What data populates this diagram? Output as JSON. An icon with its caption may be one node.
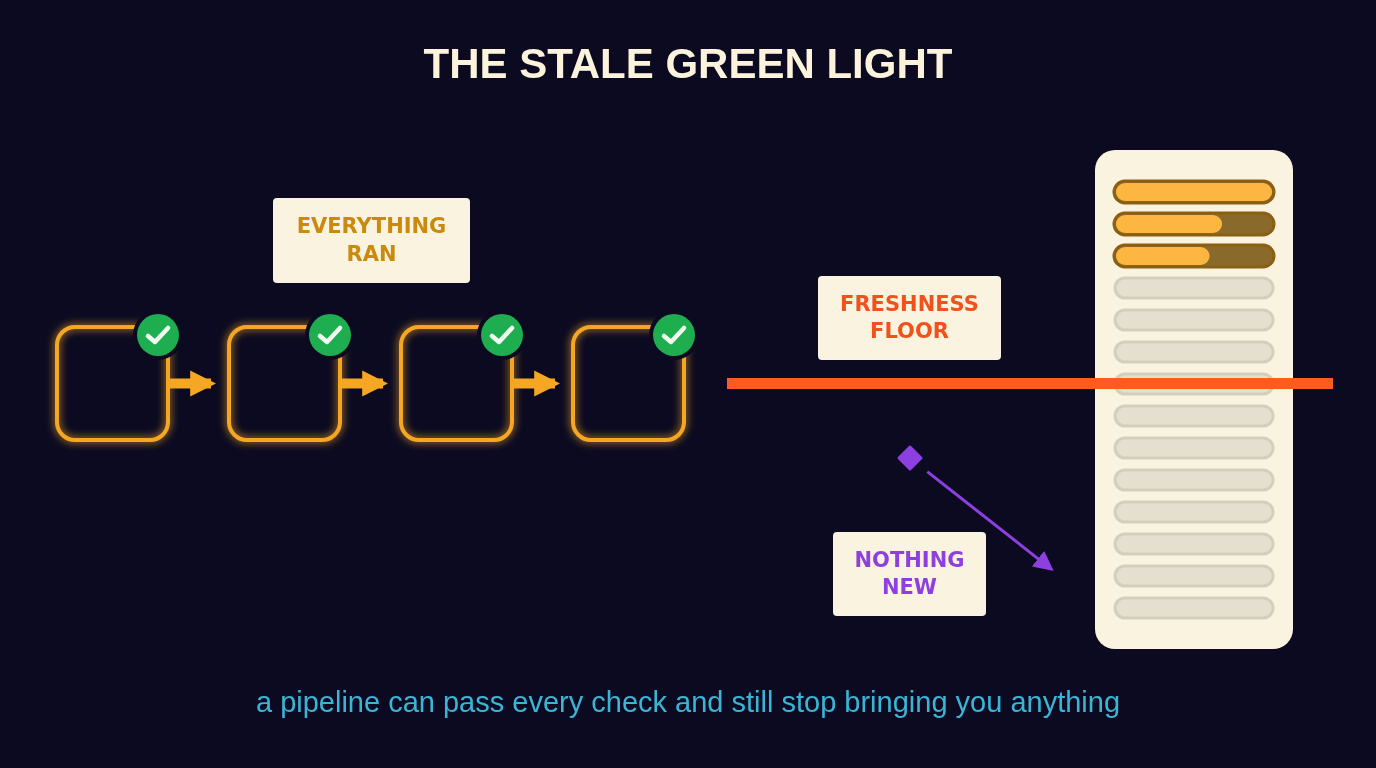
{
  "diagram": {
    "title": "THE STALE GREEN LIGHT",
    "caption": "a pipeline can pass every check and still stop bringing you anything",
    "nodes": [
      {
        "text": [],
        "shape": "box"
      },
      {
        "text": [],
        "shape": "box"
      },
      {
        "text": [],
        "shape": "box"
      },
      {
        "text": [],
        "shape": "box"
      },
      {
        "text": [
          "EVERYTHING RAN"
        ]
      },
      {
        "text": [
          "FRESHNESS FLOOR"
        ]
      },
      {
        "text": [],
        "shape": "diamond"
      },
      {
        "text": [
          "NOTHING NEW"
        ]
      }
    ],
    "edges": [
      {
        "from": 0,
        "to": 1,
        "arrow": "to"
      },
      {
        "from": 1,
        "to": 2,
        "arrow": "to"
      },
      {
        "from": 2,
        "to": 3,
        "arrow": "to"
      },
      {
        "from": 6,
        "to": null,
        "arrow": "to",
        "color": "#8d3fe0"
      }
    ]
  }
}
